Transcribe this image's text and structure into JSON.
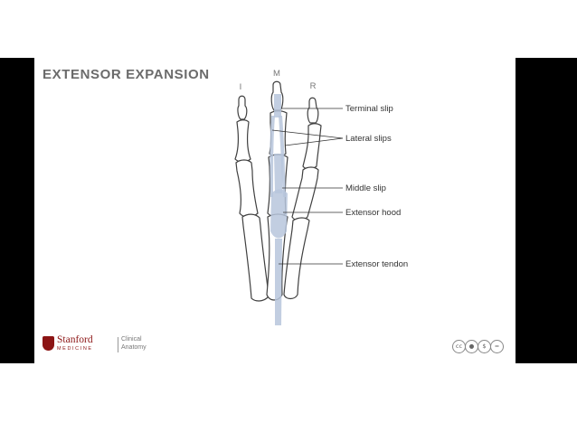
{
  "slide": {
    "title": "EXTENSOR EXPANSION"
  },
  "diagram": {
    "digit_labels": [
      "I",
      "M",
      "R"
    ],
    "callouts": [
      "Terminal slip",
      "Lateral slips",
      "Middle slip",
      "Extensor hood",
      "Extensor tendon"
    ],
    "tendon_color": "#b7c5dc",
    "bone_outline_color": "#404040"
  },
  "footer": {
    "logo": {
      "wordmark": "Stanford",
      "sub": "MEDICINE",
      "dept_line1": "Clinical",
      "dept_line2": "Anatomy",
      "brand_color": "#8c1515"
    },
    "license_icons": [
      "cc-icon",
      "by-icon",
      "nc-icon",
      "nd-icon"
    ]
  },
  "frame": {
    "bar_color": "#000000",
    "background": "#ffffff"
  }
}
